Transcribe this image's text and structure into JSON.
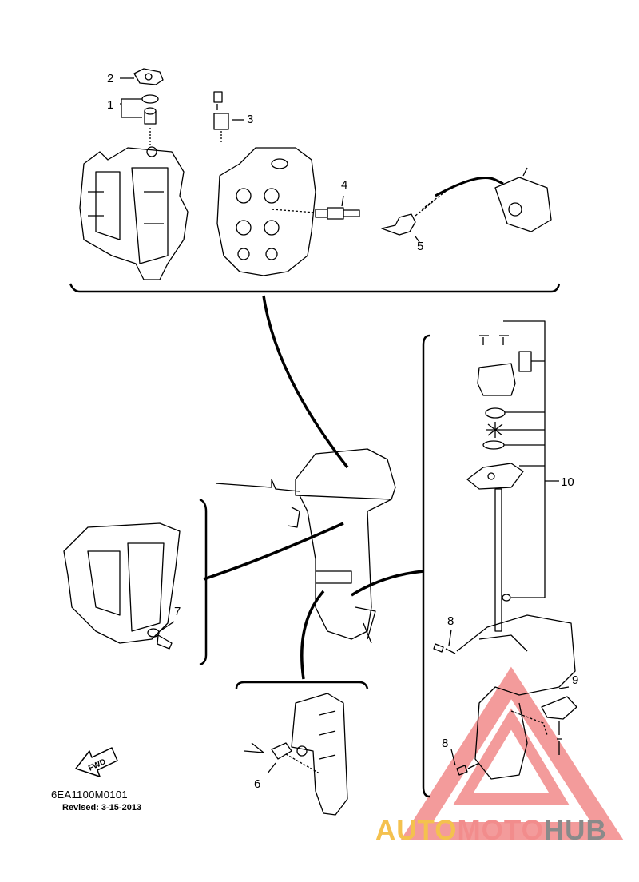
{
  "callouts": [
    "1",
    "2",
    "3",
    "4",
    "5",
    "6",
    "7",
    "8",
    "8",
    "9",
    "10"
  ],
  "fwd_label": "FWD",
  "diagram_code": "6EA1100M0101",
  "revised": "Revised: 3-15-2013",
  "watermark": {
    "part1": "AUTO",
    "part2": "MOTO",
    "part3": "HUB"
  },
  "colors": {
    "line": "#000000",
    "wm_yellow": "#f4c14e",
    "wm_red": "#ee6f6f",
    "wm_gray": "#8a8a8a"
  }
}
